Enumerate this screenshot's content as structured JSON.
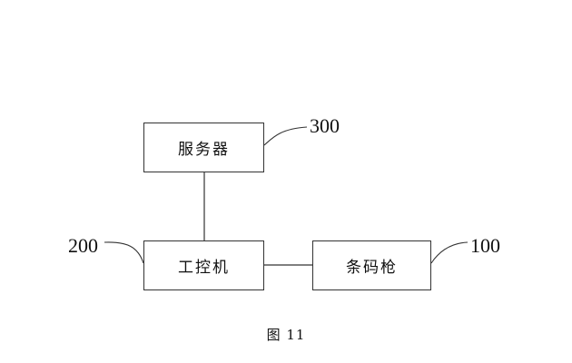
{
  "diagram": {
    "nodes": {
      "server": {
        "label": "服务器",
        "ref": "300"
      },
      "ipc": {
        "label": "工控机",
        "ref": "200"
      },
      "scanner": {
        "label": "条码枪",
        "ref": "100"
      }
    },
    "connections": [
      {
        "from": "server",
        "to": "ipc"
      },
      {
        "from": "ipc",
        "to": "scanner"
      }
    ],
    "caption": "图 11"
  }
}
